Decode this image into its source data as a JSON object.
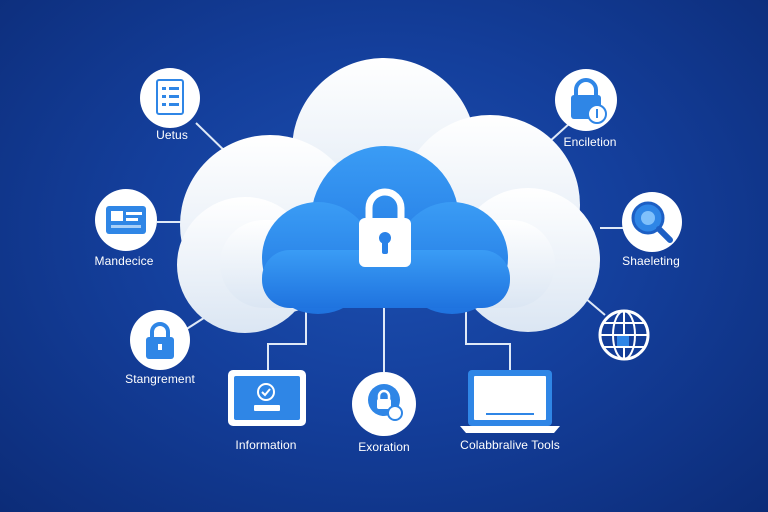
{
  "nodes": {
    "updates": {
      "label": "Uetus",
      "icon": "document-list-icon"
    },
    "encryption": {
      "label": "Enciletion",
      "icon": "lock-bag-icon"
    },
    "manage": {
      "label": "Mandecice",
      "icon": "id-card-icon"
    },
    "sharing": {
      "label": "Shaeleting",
      "icon": "magnifier-icon"
    },
    "storage": {
      "label": "Stangrement",
      "icon": "padlock-icon"
    },
    "global": {
      "label": "",
      "icon": "globe-icon"
    },
    "information": {
      "label": "Information",
      "icon": "tablet-icon"
    },
    "exploration": {
      "label": "Exoration",
      "icon": "lock-search-icon"
    },
    "collab": {
      "label": "Colabbralive Tools",
      "icon": "laptop-icon"
    }
  },
  "center": {
    "icon": "padlock-icon"
  },
  "colors": {
    "background": "#143f9c",
    "cloud_outer": "#eef4fb",
    "cloud_inner": "#2d8ef0",
    "icon_blue": "#2f86e6",
    "connector": "#dfe9f7"
  }
}
